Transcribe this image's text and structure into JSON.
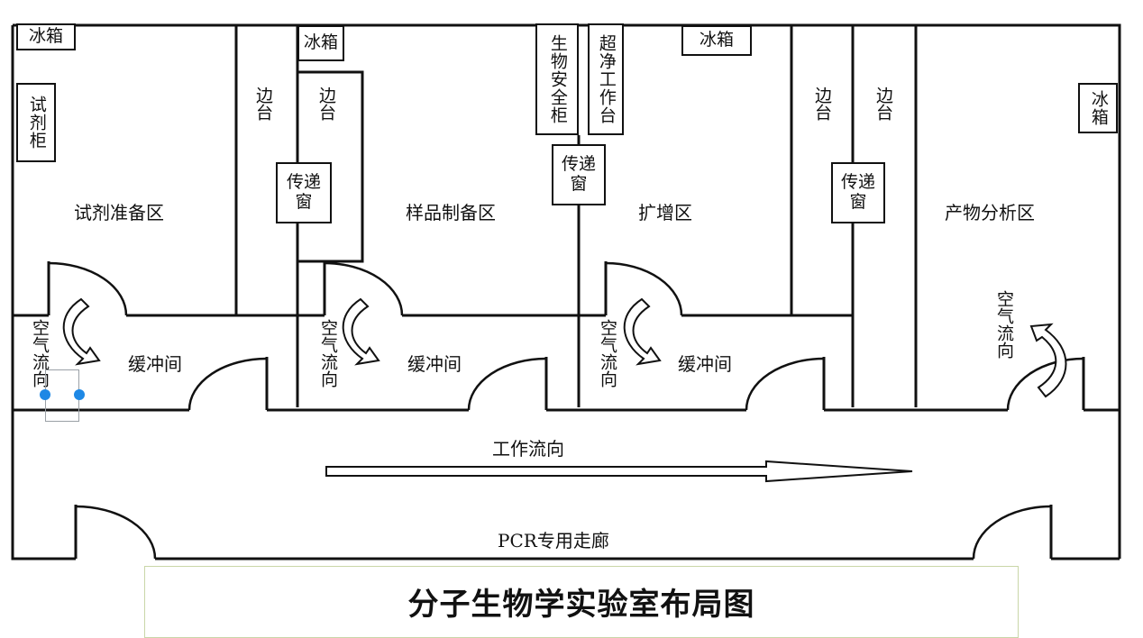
{
  "title": "分子生物学实验室布局图",
  "rooms": {
    "reagent_prep": "试剂准备区",
    "sample_prep": "样品制备区",
    "amplification": "扩增区",
    "product_analysis": "产物分析区"
  },
  "buffer_label": "缓冲间",
  "air_flow_label": "空气流向",
  "work_flow_label": "工作流向",
  "corridor_label": "PCR专用走廊",
  "equipment": {
    "fridge": "冰箱",
    "reagent_cabinet": "试剂柜",
    "side_bench": "边台",
    "pass_window": "传递窗",
    "biosafety_cabinet": "生物安全柜",
    "clean_bench": "超净工作台"
  },
  "colors": {
    "line": "#111111",
    "selection_handle": "#1e88e5",
    "title_border": "#c9d6a8"
  }
}
